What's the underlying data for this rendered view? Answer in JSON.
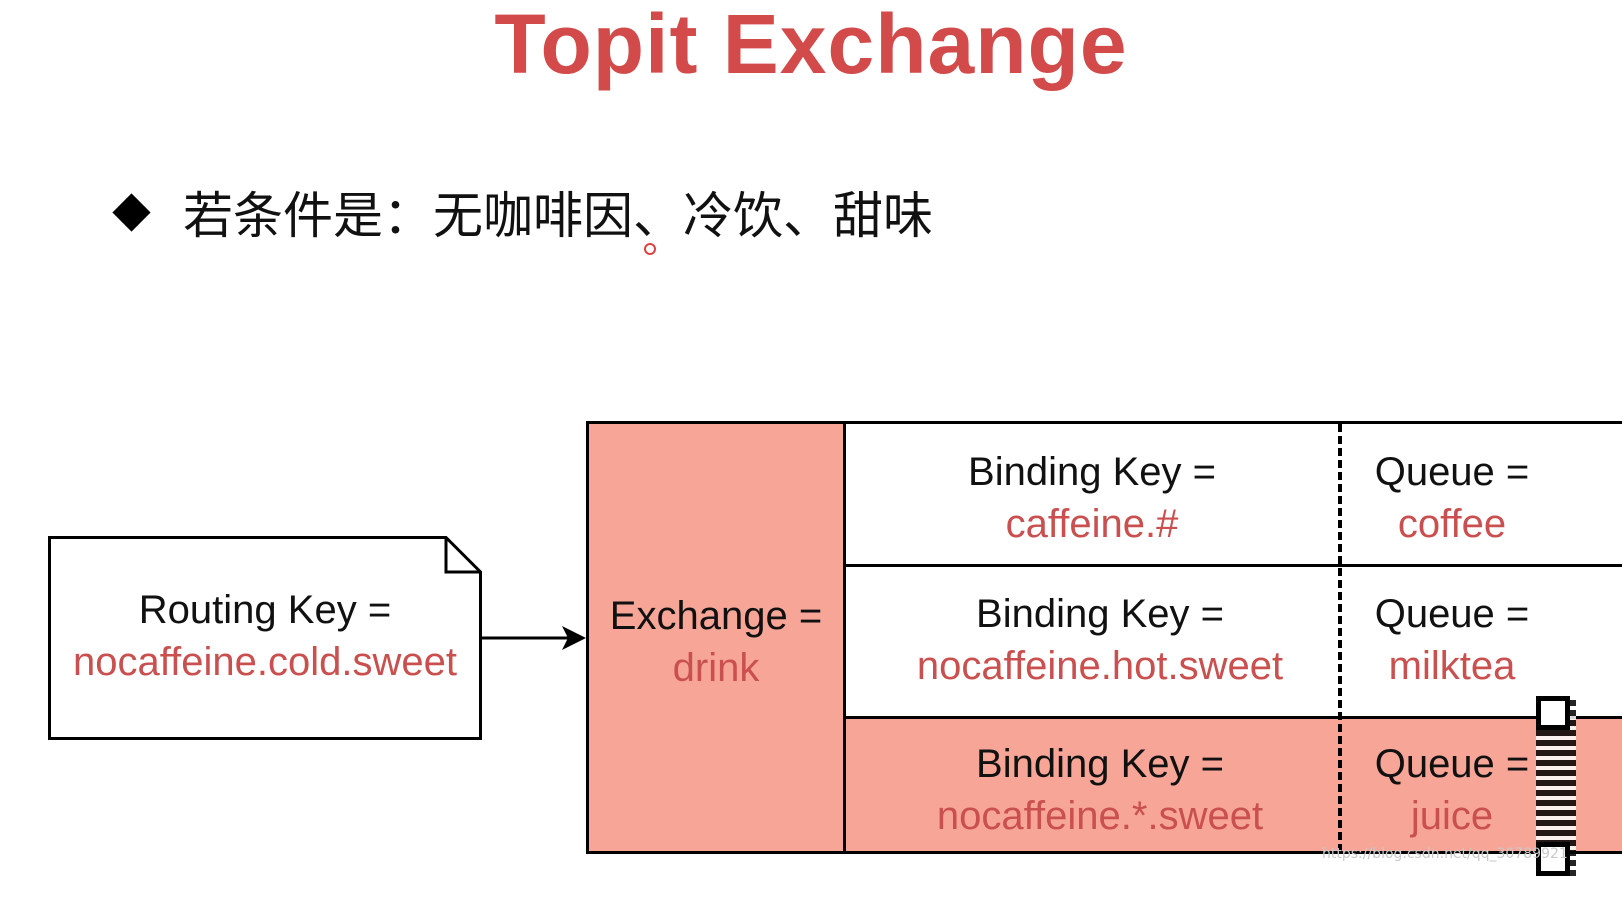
{
  "title": "Topit Exchange",
  "condition": {
    "text": "若条件是：无咖啡因、冷饮、甜味"
  },
  "routing": {
    "label": "Routing Key =",
    "value": "nocaffeine.cold.sweet"
  },
  "exchange": {
    "label": "Exchange =",
    "value": "drink"
  },
  "bindings": [
    {
      "key_label": "Binding Key =",
      "key_value": "caffeine.#",
      "queue_label": "Queue =",
      "queue_value": "coffee",
      "highlighted": false
    },
    {
      "key_label": "Binding Key =",
      "key_value": "nocaffeine.hot.sweet",
      "queue_label": "Queue =",
      "queue_value": "milktea",
      "highlighted": false
    },
    {
      "key_label": "Binding Key =",
      "key_value": "nocaffeine.*.sweet",
      "queue_label": "Queue =",
      "queue_value": "juice",
      "highlighted": true
    }
  ],
  "watermark": "https://blog.csdn.net/qq_30789921",
  "colors": {
    "title": "#d34a4a",
    "value_text": "#c9504f",
    "highlight_fill": "#f7a597"
  }
}
